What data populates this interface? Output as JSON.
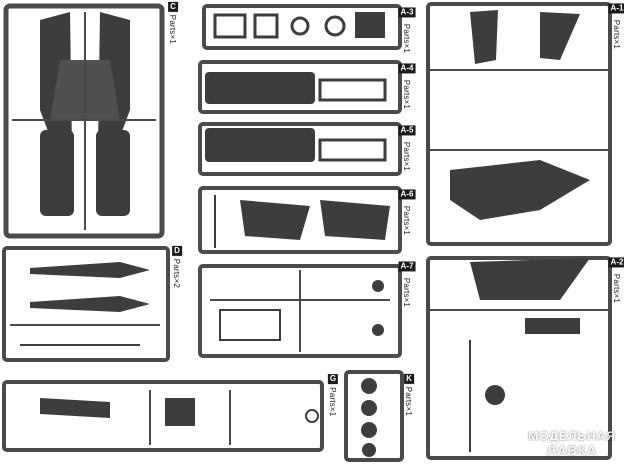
{
  "labels": {
    "C": {
      "letter": "C",
      "text": "Parts×1"
    },
    "A1": {
      "letter": "A-1",
      "text": "Parts×1"
    },
    "A3": {
      "letter": "A-3",
      "text": "Parts×1"
    },
    "A4": {
      "letter": "A-4",
      "text": "Parts×1"
    },
    "A5": {
      "letter": "A-5",
      "text": "Parts×1"
    },
    "A6": {
      "letter": "A-6",
      "text": "Parts×1"
    },
    "A7": {
      "letter": "A-7",
      "text": "Parts×1"
    },
    "A2": {
      "letter": "A-2",
      "text": "Parts×1"
    },
    "D": {
      "letter": "D",
      "text": "Parts×2"
    },
    "G": {
      "letter": "G",
      "text": "Parts×1"
    },
    "K": {
      "letter": "K",
      "text": "Parts×1"
    }
  },
  "watermark": {
    "line1": "МОДЕЛЬНАЯ",
    "line2": "ЛАВКА"
  },
  "colors": {
    "sprue": "#4a4a4a",
    "part": "#3d3d3d",
    "background": "#ffffff"
  }
}
